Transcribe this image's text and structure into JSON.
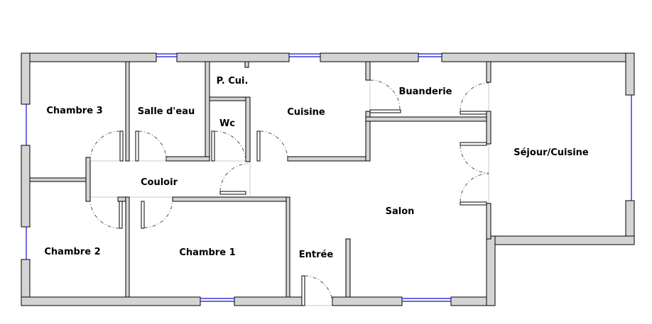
{
  "plan": {
    "rooms": {
      "chambre3": "Chambre 3",
      "salle_eau": "Salle d'eau",
      "p_cui": "P. Cui.",
      "wc": "Wc",
      "cuisine": "Cuisine",
      "buanderie": "Buanderie",
      "sejour": "Séjour/Cuisine",
      "couloir": "Couloir",
      "salon": "Salon",
      "chambre2": "Chambre 2",
      "chambre1": "Chambre 1",
      "entree": "Entrée"
    },
    "colors": {
      "wall": "#d4d4d4",
      "window": "#1010d0",
      "outline": "#000000"
    }
  }
}
